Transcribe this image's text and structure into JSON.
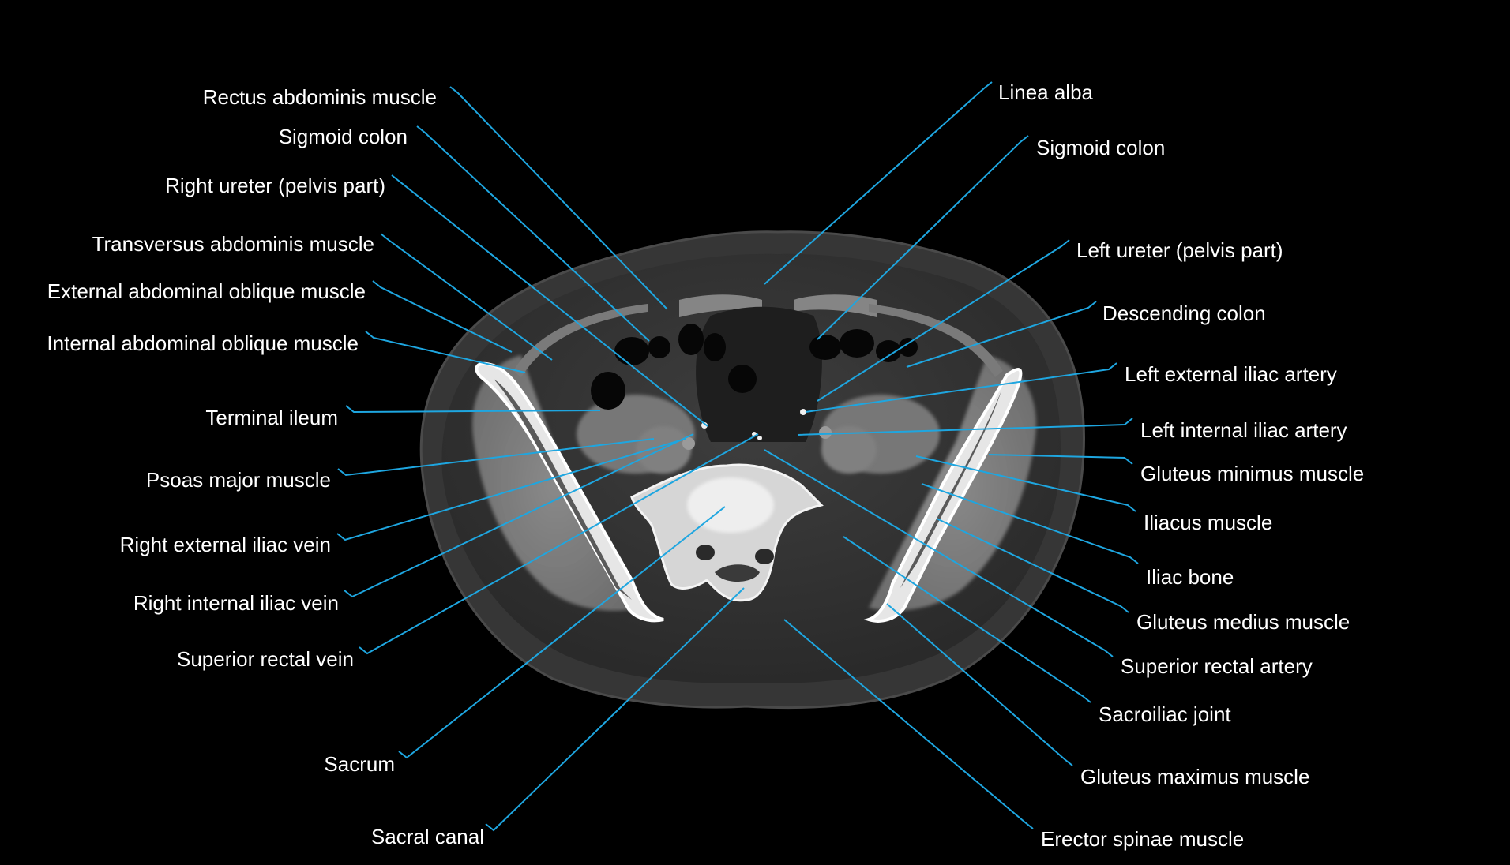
{
  "colors": {
    "background": "#000000",
    "leader": "#1ea6e0",
    "text": "#ffffff"
  },
  "labels_left": [
    "Rectus abdominis muscle",
    "Sigmoid colon",
    "Right ureter (pelvis part)",
    "Transversus abdominis muscle",
    "External abdominal oblique muscle",
    "Internal abdominal oblique muscle",
    "Terminal ileum",
    "Psoas major muscle",
    "Right external iliac vein",
    "Right internal iliac vein",
    "Superior rectal vein",
    "Sacrum",
    "Sacral canal"
  ],
  "labels_right": [
    "Linea alba",
    "Sigmoid colon",
    "Left ureter (pelvis part)",
    "Descending colon",
    "Left external iliac artery",
    "Left internal iliac artery",
    "Gluteus minimus muscle",
    "Iliacus muscle",
    "Iliac bone",
    "Gluteus medius muscle",
    "Superior rectal artery",
    "Sacroiliac joint",
    "Gluteus maximus muscle",
    "Erector spinae muscle"
  ]
}
